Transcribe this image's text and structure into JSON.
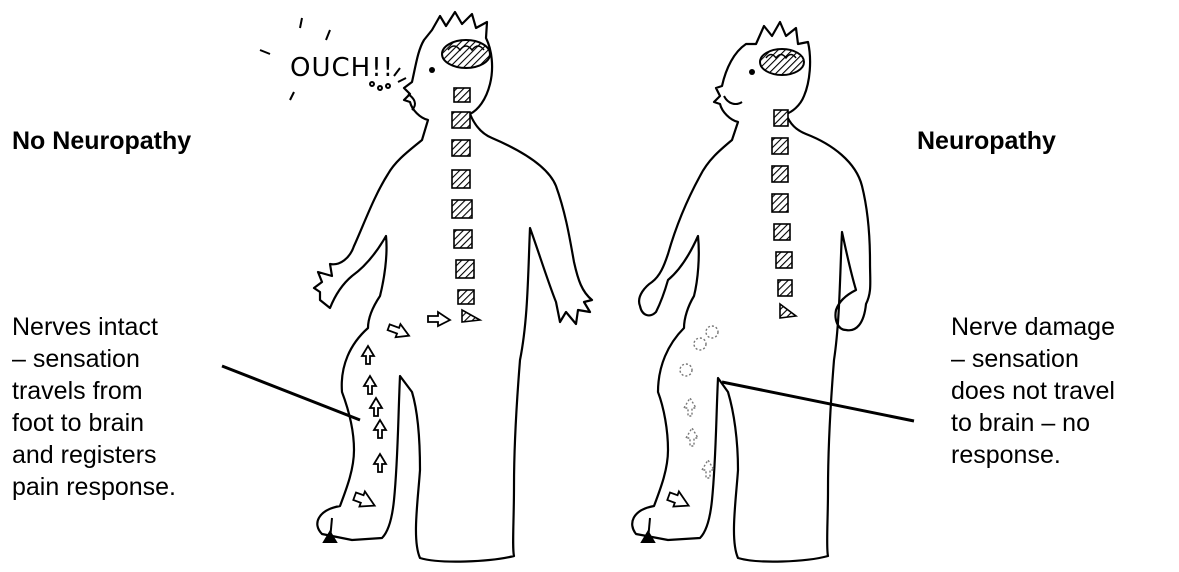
{
  "left_panel": {
    "title": "No Neuropathy",
    "exclamation": "OUCH!!",
    "caption_lines": [
      "Nerves intact",
      "– sensation",
      "travels from",
      "foot to brain",
      "and registers",
      "pain response."
    ]
  },
  "right_panel": {
    "title": "Neuropathy",
    "caption_lines": [
      "Nerve damage",
      "– sensation",
      "does not travel",
      "to brain – no",
      "response."
    ]
  }
}
